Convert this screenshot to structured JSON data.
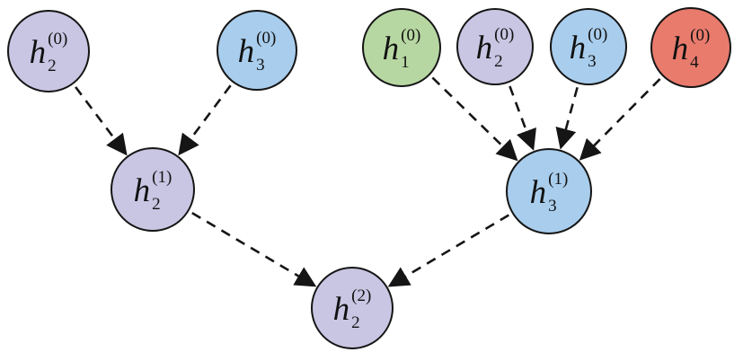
{
  "diagram": {
    "title": "gnn-message-passing-computation-tree",
    "palette": {
      "lavender": "#c8c6e3",
      "blue": "#a9cdec",
      "green": "#b7d7a2",
      "red": "#e97b6d"
    },
    "edge_color": "#151515",
    "edge_style": "dashed-arrow",
    "nodes": [
      {
        "id": "n0",
        "base": "h",
        "sub": "2",
        "sup": "(0)",
        "color": "lavender",
        "layer": 0
      },
      {
        "id": "n1",
        "base": "h",
        "sub": "3",
        "sup": "(0)",
        "color": "blue",
        "layer": 0
      },
      {
        "id": "n2",
        "base": "h",
        "sub": "1",
        "sup": "(0)",
        "color": "green",
        "layer": 0
      },
      {
        "id": "n3",
        "base": "h",
        "sub": "2",
        "sup": "(0)",
        "color": "lavender",
        "layer": 0
      },
      {
        "id": "n4",
        "base": "h",
        "sub": "3",
        "sup": "(0)",
        "color": "blue",
        "layer": 0
      },
      {
        "id": "n5",
        "base": "h",
        "sub": "4",
        "sup": "(0)",
        "color": "red",
        "layer": 0
      },
      {
        "id": "n6",
        "base": "h",
        "sub": "2",
        "sup": "(1)",
        "color": "lavender",
        "layer": 1
      },
      {
        "id": "n7",
        "base": "h",
        "sub": "3",
        "sup": "(1)",
        "color": "blue",
        "layer": 1
      },
      {
        "id": "n8",
        "base": "h",
        "sub": "2",
        "sup": "(2)",
        "color": "lavender",
        "layer": 2
      }
    ],
    "edges": [
      {
        "from": 0,
        "to": 6
      },
      {
        "from": 1,
        "to": 6
      },
      {
        "from": 2,
        "to": 7
      },
      {
        "from": 3,
        "to": 7
      },
      {
        "from": 4,
        "to": 7
      },
      {
        "from": 5,
        "to": 7
      },
      {
        "from": 6,
        "to": 8
      },
      {
        "from": 7,
        "to": 8
      }
    ]
  }
}
